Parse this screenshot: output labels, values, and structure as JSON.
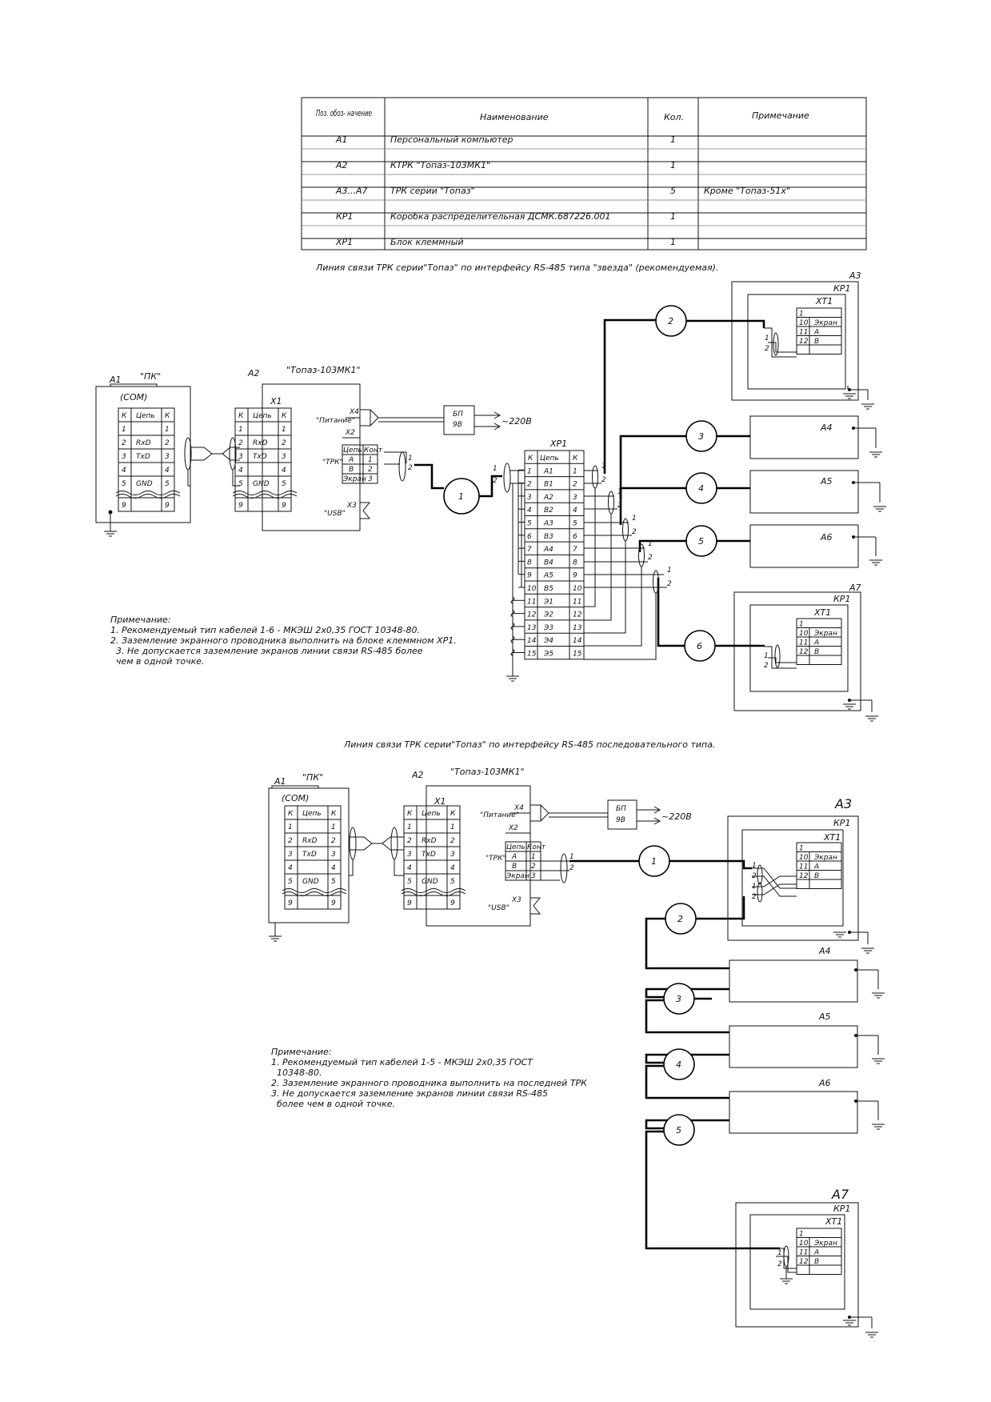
{
  "spec_table": {
    "headers": [
      "Поз. обоз- начение",
      "Наименование",
      "Кол.",
      "Примечание"
    ],
    "rows": [
      [
        "A1",
        "Персональный компьютер",
        "1",
        ""
      ],
      [
        "A2",
        "КТРК \"Топаз-103МК1\"",
        "1",
        ""
      ],
      [
        "A3...A7",
        "ТРК серии \"Топаз\"",
        "5",
        "Кроме \"Топаз-51х\""
      ],
      [
        "КР1",
        "Коробка распределительная ДСМК.687226.001",
        "1",
        ""
      ],
      [
        "ХР1",
        "Блок клеммный",
        "1",
        ""
      ]
    ]
  },
  "common": {
    "a1": "A1",
    "pc": "\"ПК\"",
    "com": "(COM)",
    "a2": "A2",
    "topaz": "\"Топаз-103МК1\"",
    "x1": "Х1",
    "k": "К",
    "cep": "Цепь",
    "pc_rows": [
      [
        "1",
        "",
        "1"
      ],
      [
        "2",
        "RxD",
        "2"
      ],
      [
        "3",
        "TxD",
        "3"
      ],
      [
        "4",
        "",
        "4"
      ],
      [
        "5",
        "GND",
        "5"
      ],
      [
        "9",
        "",
        "9"
      ]
    ],
    "pitanie": "\"Питание\"",
    "x4": "Х4",
    "x2": "Х2",
    "x3": "Х3",
    "trk": "\"ТРК\"",
    "usb": "\"USB\"",
    "trk_head": [
      "Цепь",
      "Конт"
    ],
    "trk_rows": [
      [
        "A",
        "1"
      ],
      [
        "B",
        "2"
      ],
      [
        "Экран",
        "3"
      ]
    ],
    "bp": "БП",
    "bp2": "9В",
    "v220": "~220В",
    "kr1": "КР1",
    "xt1": "ХТ1",
    "xt_rows": [
      [
        "1",
        ""
      ],
      [
        "10",
        "Экран"
      ],
      [
        "11",
        "A"
      ],
      [
        "12",
        "B"
      ]
    ],
    "a3": "A3",
    "a4": "A4",
    "a5": "A5",
    "a6": "A6",
    "a7": "A7",
    "w1": "1",
    "w2": "2"
  },
  "star": {
    "caption": "Линия связи ТРК серии\"Топаз\" по интерфейсу RS-485 типа \"звезда\" (рекомендуемая).",
    "xp1": "ХР1",
    "xp1_rows": [
      [
        "1",
        "A1",
        "1"
      ],
      [
        "2",
        "B1",
        "2"
      ],
      [
        "3",
        "A2",
        "3"
      ],
      [
        "4",
        "B2",
        "4"
      ],
      [
        "5",
        "A3",
        "5"
      ],
      [
        "6",
        "B3",
        "6"
      ],
      [
        "7",
        "A4",
        "7"
      ],
      [
        "8",
        "B4",
        "8"
      ],
      [
        "9",
        "A5",
        "9"
      ],
      [
        "10",
        "B5",
        "10"
      ],
      [
        "11",
        "Э1",
        "11"
      ],
      [
        "12",
        "Э2",
        "12"
      ],
      [
        "13",
        "Э3",
        "13"
      ],
      [
        "14",
        "Э4",
        "14"
      ],
      [
        "15",
        "Э5",
        "15"
      ]
    ],
    "cables": [
      "1",
      "2",
      "3",
      "4",
      "5",
      "6"
    ],
    "notes": [
      "Примечание:",
      "1. Рекомендуемый тип кабелей 1-6 - МКЭШ 2х0,35 ГОСТ 10348-80.",
      "2. Заземление экранного проводника выполнить на блоке клеммном ХР1.",
      "3. Не допускается заземление экранов линии связи RS-485 более",
      "чем в одной точке."
    ]
  },
  "serial": {
    "caption": "Линия связи ТРК серии\"Топаз\" по интерфейсу RS-485 последовательного типа.",
    "cables": [
      "1",
      "2",
      "3",
      "4",
      "5"
    ],
    "notes": [
      "Примечание:",
      "1. Рекомендуемый тип кабелей 1-5 - МКЭШ 2х0,35 ГОСТ",
      "10348-80.",
      "2. Заземление экранного проводника выполнить на последней ТРК",
      "3. Не допускается заземление экранов линии связи RS-485",
      "более чем в одной точке."
    ]
  }
}
